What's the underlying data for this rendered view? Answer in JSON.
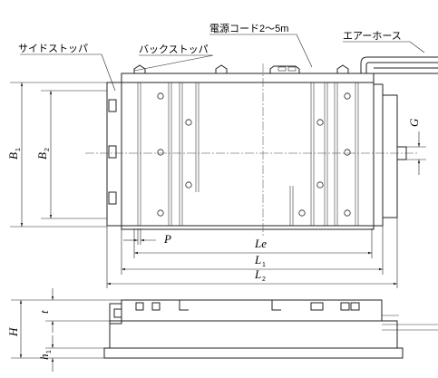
{
  "labels": {
    "side_stopper": "サイドストッパ",
    "back_stopper": "バックストッパ",
    "power_cord": "電源コード2～5m",
    "air_hose": "エアーホース"
  },
  "dims": {
    "B1": "B",
    "B1_sub": "1",
    "B2": "B",
    "B2_sub": "2",
    "G": "G",
    "P": "P",
    "Le": "Le",
    "L1": "L",
    "L1_sub": "1",
    "L2": "L",
    "L2_sub": "2",
    "H": "H",
    "t": "t",
    "h1": "h",
    "h1_sub": "1"
  },
  "colors": {
    "line": "#222222",
    "fill": "#f2f2f2"
  }
}
